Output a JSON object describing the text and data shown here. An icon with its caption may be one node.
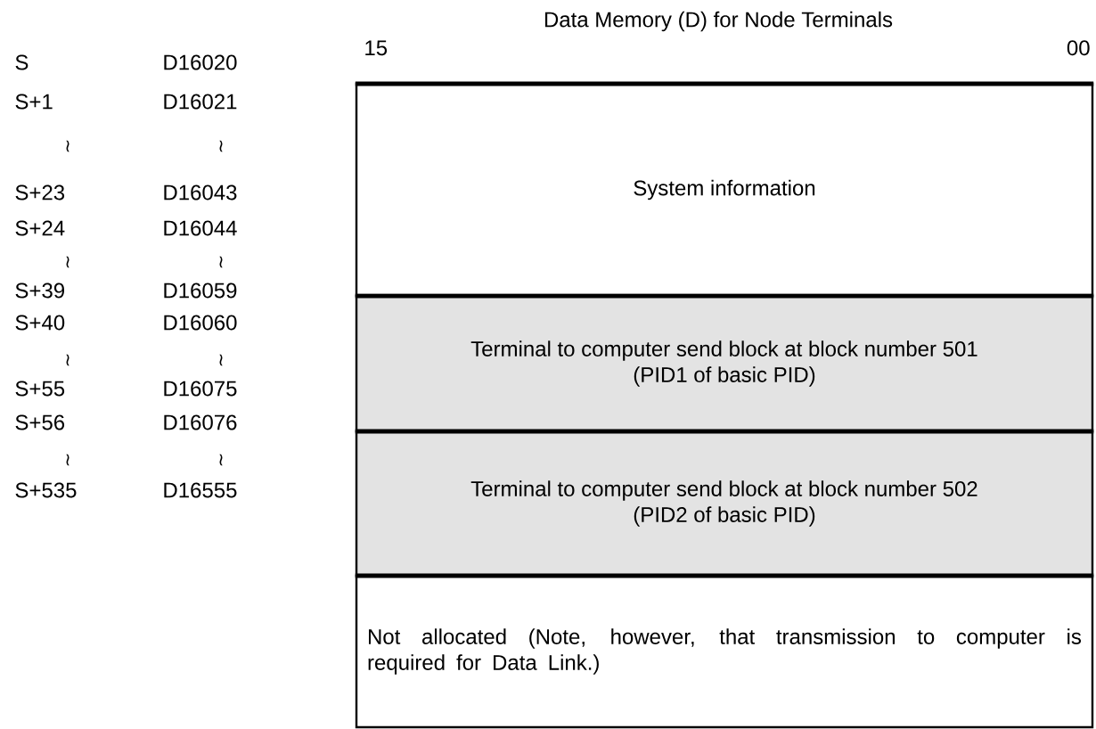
{
  "diagram": {
    "title": "Data Memory (D) for Node Terminals",
    "nodes": [
      {
        "text": [
          "System information"
        ]
      },
      {
        "text": [
          "Terminal to computer send block at block number 501 (PID1 of basic PID)"
        ]
      },
      {
        "text": [
          "Terminal to computer send block at block number 502 (PID2 of basic PID)"
        ]
      },
      {
        "text": [
          "Not allocated (Note, however, that transmission to computer is required for Data Link.)"
        ]
      }
    ],
    "labels": [
      "15",
      "00",
      "S",
      "D16020",
      "S+1",
      "D16021",
      "≀",
      "≀",
      "S+23",
      "D16043",
      "S+24",
      "D16044",
      "≀",
      "≀",
      "S+39",
      "D16059",
      "S+40",
      "D16060",
      "≀",
      "≀",
      "S+55",
      "D16075",
      "S+56",
      "D16076",
      "≀",
      "≀",
      "S+535",
      "D16555"
    ]
  }
}
